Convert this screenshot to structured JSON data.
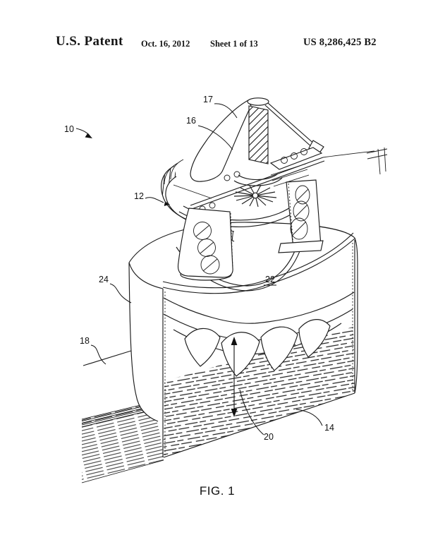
{
  "colors": {
    "ink": "#1c1c1c",
    "paper": "#ffffff"
  },
  "header": {
    "title": "U.S. Patent",
    "date": "Oct. 16, 2012",
    "sheet_info": "Sheet 1 of 13",
    "patent_number": "US 8,286,425 B2"
  },
  "figure": {
    "caption": "FIG. 1",
    "reference_labels": {
      "r10": "10",
      "r12": "12",
      "r14": "14",
      "r16": "16",
      "r17": "17",
      "r18": "18",
      "r20": "20",
      "r22": "22",
      "r24": "24"
    }
  }
}
